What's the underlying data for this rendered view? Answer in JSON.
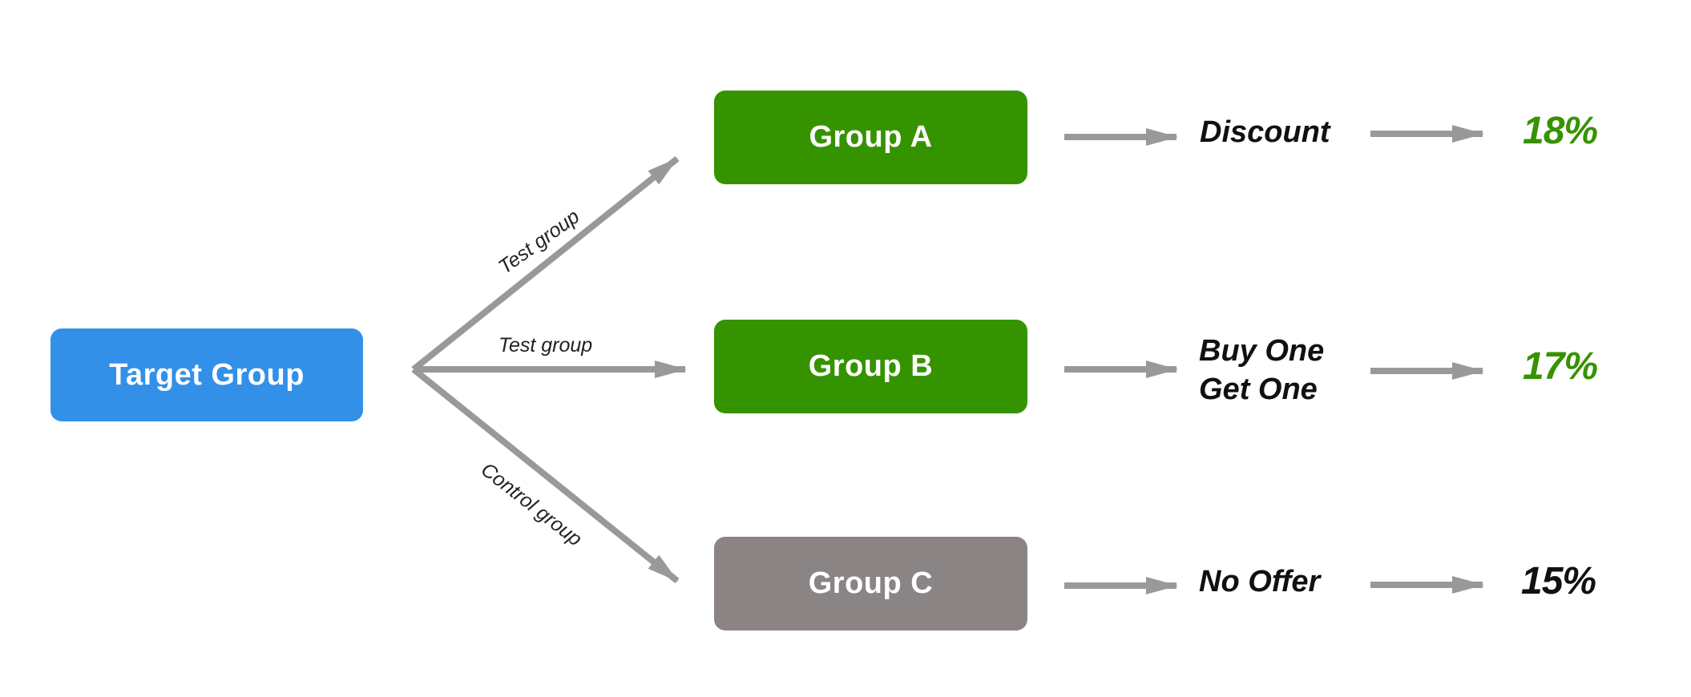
{
  "target": {
    "label": "Target Group",
    "color": "#3290e8"
  },
  "edges": {
    "to_a_label": "Test group",
    "to_b_label": "Test group",
    "to_c_label": "Control group",
    "arrow_color": "#999999"
  },
  "groups": [
    {
      "label": "Group A",
      "offer": "Discount",
      "offer_line2": "",
      "result": "18%",
      "box_color": "#369300",
      "result_color": "#369300"
    },
    {
      "label": "Group B",
      "offer": "Buy One",
      "offer_line2": "Get One",
      "result": "17%",
      "box_color": "#369300",
      "result_color": "#369300"
    },
    {
      "label": "Group C",
      "offer": "No Offer",
      "offer_line2": "",
      "result": "15%",
      "box_color": "#8a8584",
      "result_color": "#111111"
    }
  ]
}
